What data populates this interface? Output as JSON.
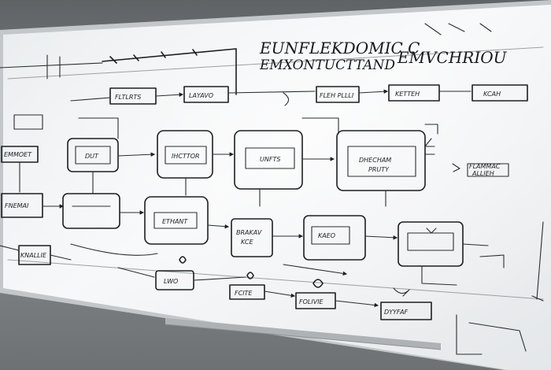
{
  "photo": {
    "subject": "whiteboard",
    "colors": {
      "wall": "#7d8082",
      "board": "#f4f6f7",
      "frame": "#c9cdd0",
      "ink": "#1c1f22"
    }
  },
  "title": {
    "line1": "EUNFLEKDOMIC C",
    "line2": "EMXONTUCTTAND",
    "line3": "EMVCHRIOU"
  },
  "labels": {
    "top_row": [
      "FLTLRTS",
      "LAYAVO",
      "FLEH PLLLI",
      "KETTEH",
      "KCAH"
    ],
    "left_col": [
      "EMMOET",
      "FNEMAI",
      "KNALLIE"
    ],
    "mid_row": [
      "DUT",
      "IHCTTOR",
      "UNFTS",
      "DHECHAM",
      "PRUTY"
    ],
    "lower_row": [
      "ETHANT",
      "BRAKAV",
      "KCE",
      "KAEO"
    ],
    "bottom_row": [
      "LWO",
      "FCITE",
      "FOLIVIE",
      "DYYFAF"
    ],
    "right_note": [
      "FLAMMAC",
      "ALLIEH"
    ]
  }
}
